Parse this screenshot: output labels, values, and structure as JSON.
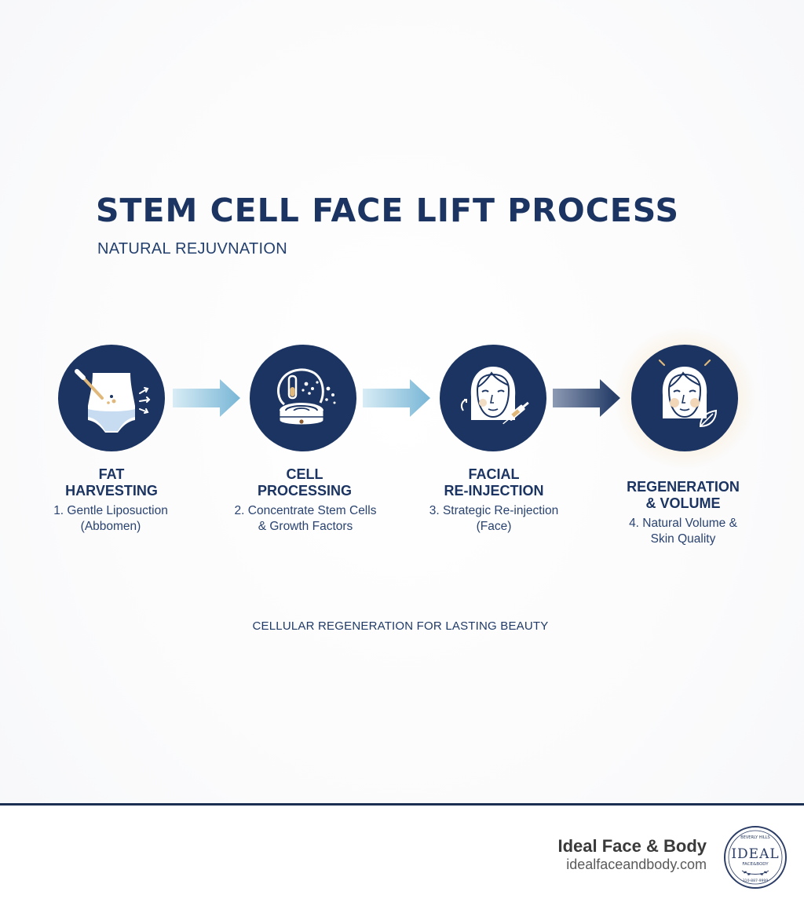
{
  "header": {
    "title": "STEM CELL FACE LIFT PROCESS",
    "subtitle": "NATURAL REJUVNATION"
  },
  "steps": [
    {
      "icon": "abdomen-liposuction-icon",
      "title_lines": [
        "FAT",
        "HARVESTING"
      ],
      "desc_lines": [
        "1. Gentle Liposuction",
        "(Abbomen)"
      ]
    },
    {
      "icon": "centrifuge-cells-icon",
      "title_lines": [
        "CELL",
        "PROCESSING"
      ],
      "desc_lines": [
        "2. Concentrate Stem Cells",
        "& Growth Factors"
      ]
    },
    {
      "icon": "face-injection-icon",
      "title_lines": [
        "FACIAL",
        "RE-INJECTION"
      ],
      "desc_lines": [
        "3. Strategic Re-injection",
        "(Face)"
      ]
    },
    {
      "icon": "glowing-face-leaf-icon",
      "title_lines": [
        "REGENERATION",
        "& VOLUME"
      ],
      "desc_lines": [
        "4. Natural Volume &",
        "Skin Quality"
      ]
    }
  ],
  "tagline": "CELLULAR REGENERATION FOR LASTING BEAUTY",
  "footer": {
    "brand_name": "Ideal Face & Body",
    "brand_url": "idealfaceandbody.com",
    "logo": {
      "top_text": "BEVERLY HILLS",
      "main_text": "IDEAL",
      "sub_text": "FACE&BODY",
      "bottom_text": "310-887-9999"
    }
  },
  "colors": {
    "navy": "#1b3461",
    "accent_light_blue": "#8cc2dc",
    "glow": "#f5c882",
    "skin_accent": "#e8c9a6"
  }
}
